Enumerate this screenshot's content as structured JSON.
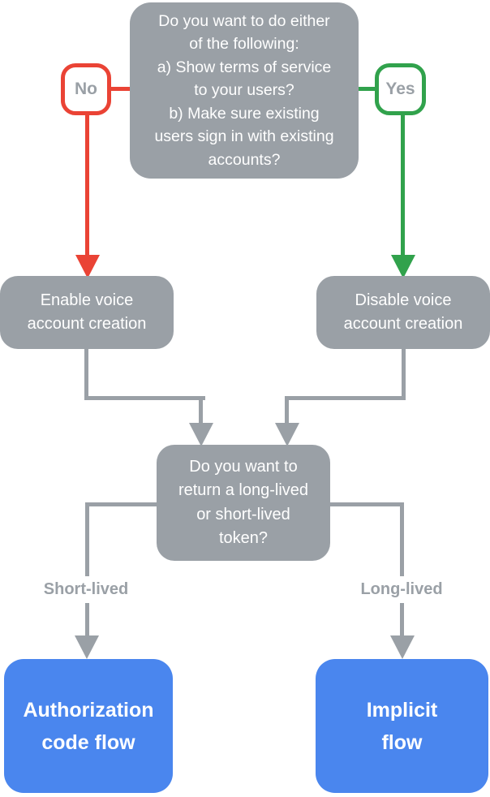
{
  "colors": {
    "gray": "#9AA0A6",
    "red": "#EA4335",
    "green": "#31A24C",
    "blue": "#4A86EE",
    "white": "#ffffff",
    "label-text": "#9AA0A6"
  },
  "nodes": {
    "top_question": "Do you want to do either\nof the following:\na) Show terms of service\nto your users?\nb) Make sure existing\nusers sign in with existing\naccounts?",
    "enable_voice": "Enable voice\naccount creation",
    "disable_voice": "Disable voice\naccount creation",
    "token_question": "Do you want to\nreturn a long-lived\nor short-lived\ntoken?",
    "auth_code_flow": "Authorization\ncode flow",
    "implicit_flow": "Implicit\nflow"
  },
  "badges": {
    "no": "No",
    "yes": "Yes"
  },
  "edge_labels": {
    "short_lived": "Short-lived",
    "long_lived": "Long-lived"
  }
}
